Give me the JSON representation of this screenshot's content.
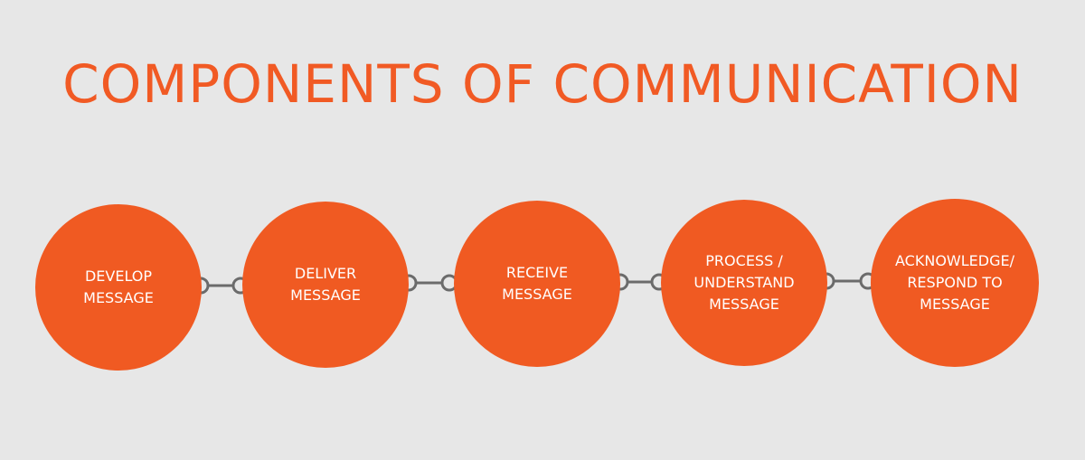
{
  "title": "COMPONENTS OF COMMUNICATION",
  "colors": {
    "background": "#e7e7e7",
    "accent": "#f05a22",
    "connector": "#6b6b6b",
    "label": "#ffffff"
  },
  "steps": [
    {
      "label": "DEVELOP\nMESSAGE"
    },
    {
      "label": "DELIVER\nMESSAGE"
    },
    {
      "label": "RECEIVE\nMESSAGE"
    },
    {
      "label": "PROCESS /\nUNDERSTAND\nMESSAGE"
    },
    {
      "label": "ACKNOWLEDGE/\nRESPOND TO\nMESSAGE"
    }
  ]
}
